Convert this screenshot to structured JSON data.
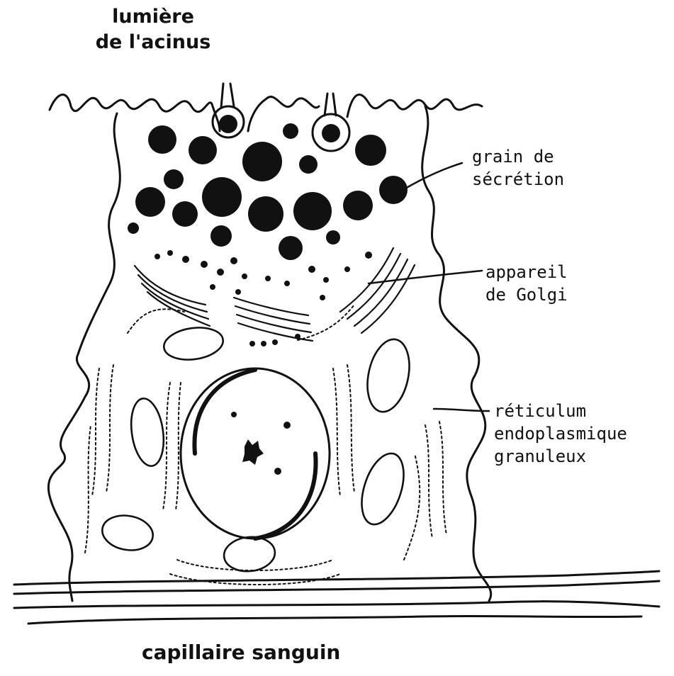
{
  "labels": {
    "top": [
      "lumière",
      "de l'acinus"
    ],
    "bottom": "capillaire sanguin",
    "grain": [
      "grain de",
      "sécrétion"
    ],
    "golgi": [
      "appareil",
      "de Golgi"
    ],
    "reticulum": [
      "réticulum",
      "endoplasmique",
      "granuleux"
    ]
  },
  "colors": {
    "ink": "#111111",
    "paper": "#ffffff"
  }
}
